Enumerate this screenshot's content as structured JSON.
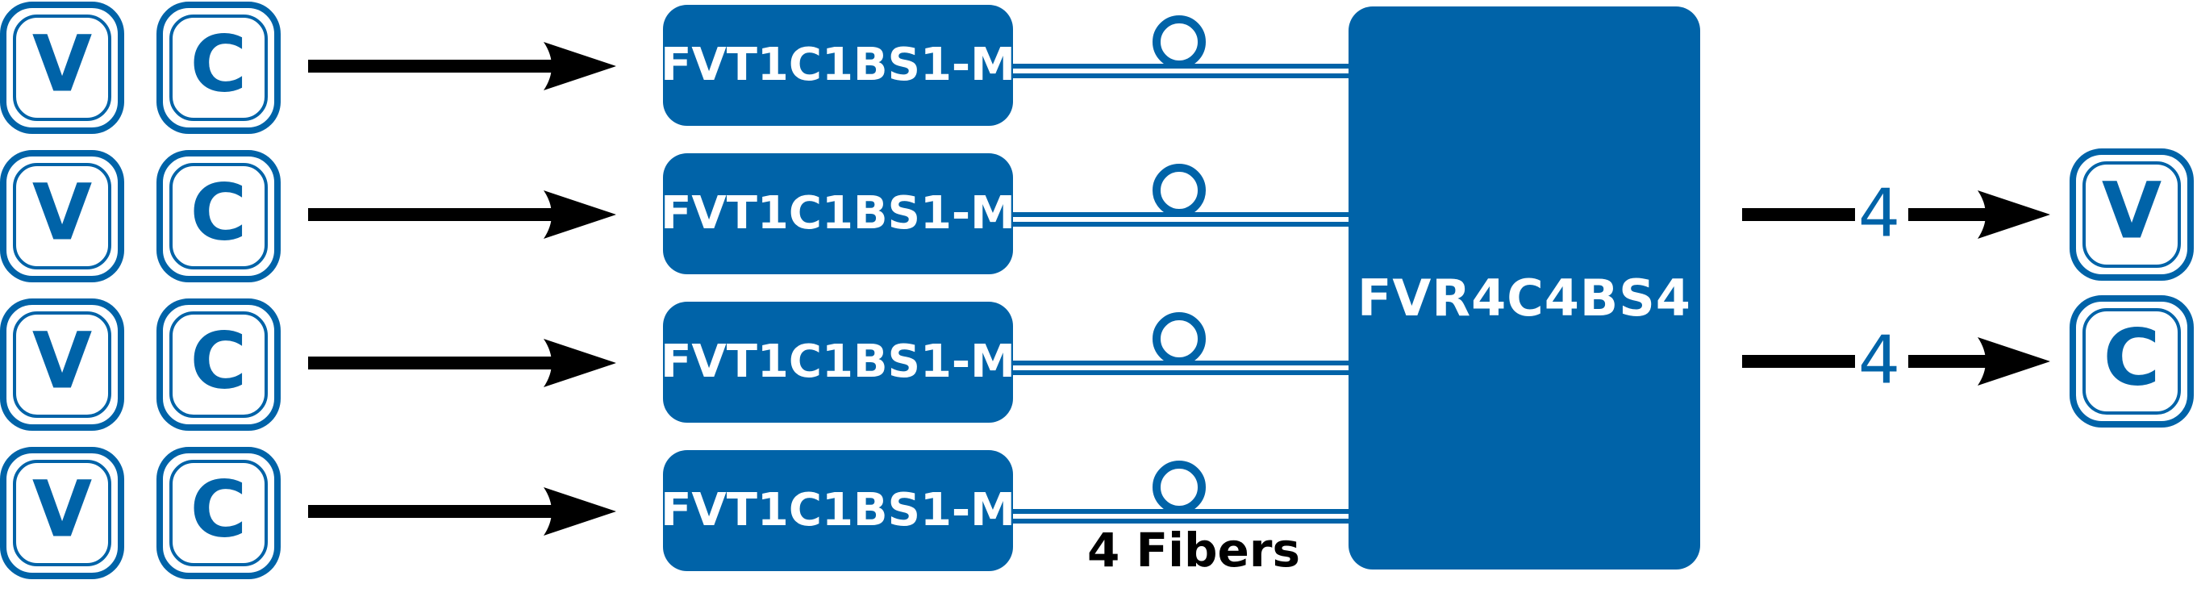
{
  "colors": {
    "brand_blue": "#0063a8",
    "arrow_black": "#000000",
    "text_white": "#ffffff"
  },
  "input_rows": [
    {
      "video_letter": "V",
      "control_letter": "C",
      "transmitter_label": "FVT1C1BS1-M"
    },
    {
      "video_letter": "V",
      "control_letter": "C",
      "transmitter_label": "FVT1C1BS1-M"
    },
    {
      "video_letter": "V",
      "control_letter": "C",
      "transmitter_label": "FVT1C1BS1-M"
    },
    {
      "video_letter": "V",
      "control_letter": "C",
      "transmitter_label": "FVT1C1BS1-M"
    }
  ],
  "receiver": {
    "label": "FVR4C4BS4"
  },
  "outputs": [
    {
      "count": "4",
      "letter": "V"
    },
    {
      "count": "4",
      "letter": "C"
    }
  ],
  "fiber_caption": "4 Fibers",
  "icons": {
    "video": "video-signal-icon",
    "control": "control-signal-icon",
    "connector": "fiber-connector-icon",
    "arrow": "signal-arrow-icon"
  }
}
